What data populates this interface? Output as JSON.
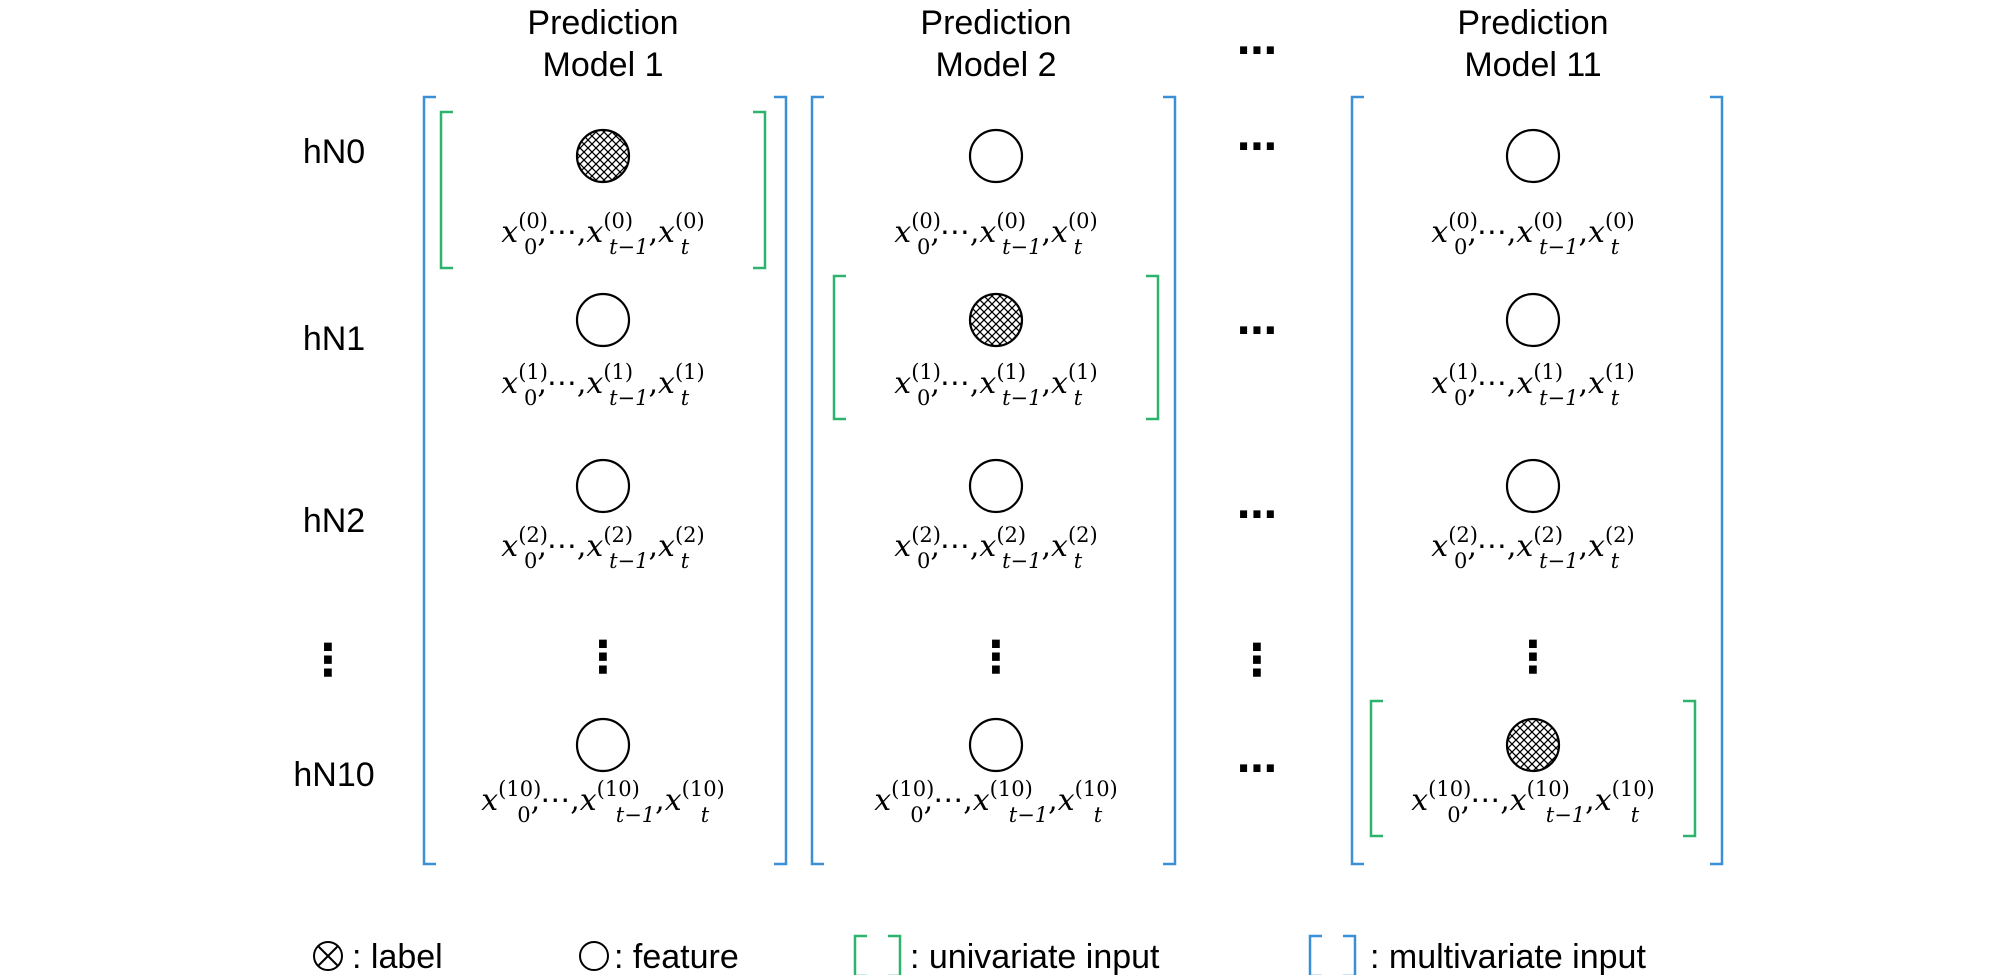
{
  "models": [
    {
      "title_line1": "Prediction",
      "title_line2": "Model 1",
      "label_row": 0
    },
    {
      "title_line1": "Prediction",
      "title_line2": "Model 2",
      "label_row": 1
    },
    {
      "title_line1": "Prediction",
      "title_line2": "Model 11",
      "label_row": 4
    }
  ],
  "gap_ellipsis": "⋯",
  "vertical_ellipsis": "⋮",
  "rows": [
    {
      "label": "hN0",
      "sup": "(0)"
    },
    {
      "label": "hN1",
      "sup": "(1)"
    },
    {
      "label": "hN2",
      "sup": "(2)"
    },
    {
      "label": "",
      "sup": ""
    },
    {
      "label": "hN10",
      "sup": "(10)"
    }
  ],
  "formula": {
    "var": "x",
    "sub_first": "0",
    "sub_prev": "t−1",
    "sub_last": "t",
    "sep": ",⋯,"
  },
  "legend": {
    "label_text": ": label",
    "feature_text": ": feature",
    "univariate_text": ": univariate input",
    "multivariate_text": ": multivariate input"
  },
  "colors": {
    "univariate": "#2db36b",
    "multivariate": "#3a8fd6",
    "ink": "#000000"
  },
  "icons": {
    "label": "hatched-circle-icon",
    "feature": "empty-circle-icon",
    "univariate": "green-bracket-icon",
    "multivariate": "blue-bracket-icon"
  }
}
